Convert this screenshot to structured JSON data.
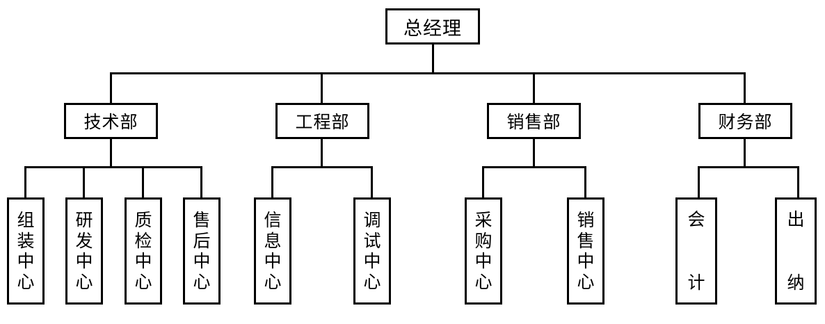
{
  "chart": {
    "type": "org-chart",
    "title": "",
    "orientation": "top-down",
    "line_color": "#000000",
    "box_border_color": "#000000",
    "box_fill_color": "#ffffff",
    "text_color": "#000000",
    "levels": 3
  },
  "root": {
    "label": "总经理",
    "id": "general-manager"
  },
  "departments": [
    {
      "id": "technology",
      "label": "技术部",
      "children": [
        {
          "id": "assembly-center",
          "label": "组装中心",
          "chars": [
            "组",
            "装",
            "中",
            "心"
          ]
        },
        {
          "id": "rnd-center",
          "label": "研发中心",
          "chars": [
            "研",
            "发",
            "中",
            "心"
          ]
        },
        {
          "id": "quality-center",
          "label": "质检中心",
          "chars": [
            "质",
            "检",
            "中",
            "心"
          ]
        },
        {
          "id": "aftersales-center",
          "label": "售后中心",
          "chars": [
            "售",
            "后",
            "中",
            "心"
          ]
        }
      ]
    },
    {
      "id": "engineering",
      "label": "工程部",
      "children": [
        {
          "id": "information-center",
          "label": "信息中心",
          "chars": [
            "信",
            "息",
            "中",
            "心"
          ]
        },
        {
          "id": "commissioning-center",
          "label": "调试中心",
          "chars": [
            "调",
            "试",
            "中",
            "心"
          ]
        }
      ]
    },
    {
      "id": "sales",
      "label": "销售部",
      "children": [
        {
          "id": "purchasing-center",
          "label": "采购中心",
          "chars": [
            "采",
            "购",
            "中",
            "心"
          ]
        },
        {
          "id": "sales-center",
          "label": "销售中心",
          "chars": [
            "销",
            "售",
            "中",
            "心"
          ]
        }
      ]
    },
    {
      "id": "finance",
      "label": "财务部",
      "children": [
        {
          "id": "accountant",
          "label": "会计",
          "chars": [
            "会",
            "计"
          ]
        },
        {
          "id": "cashier",
          "label": "出纳",
          "chars": [
            "出",
            "纳"
          ]
        }
      ]
    }
  ]
}
